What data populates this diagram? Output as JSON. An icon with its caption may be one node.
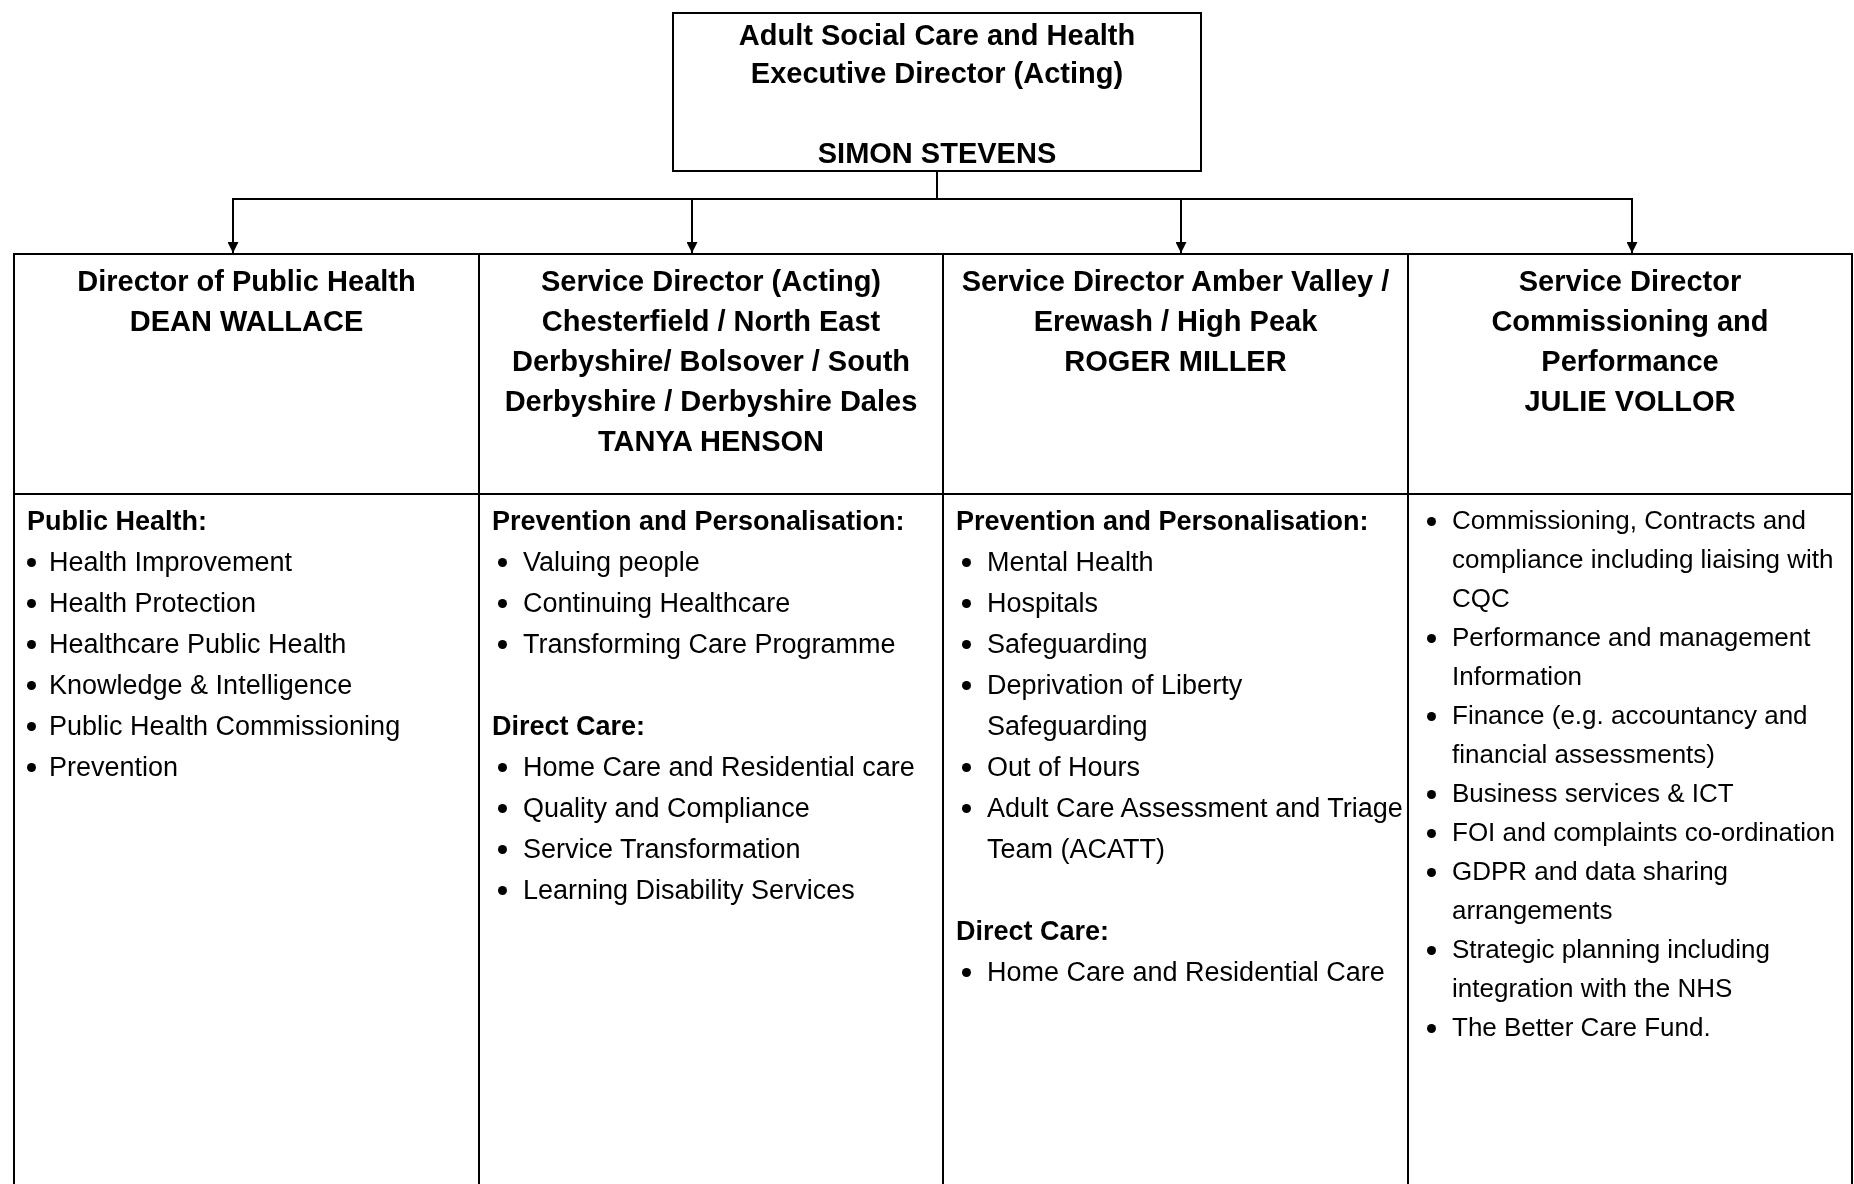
{
  "diagram": {
    "nodes": [
      {
        "text": [
          "Adult Social Care and Health Executive Director (Acting)",
          "SIMON STEVENS"
        ]
      },
      {
        "text": [
          "Director of Public Health",
          "DEAN WALLACE"
        ]
      },
      {
        "text": [
          "Service Director (Acting) Chesterfield / North East Derbyshire/ Bolsover / South Derbyshire / Derbyshire Dales",
          "TANYA HENSON"
        ]
      },
      {
        "text": [
          "Service Director Amber Valley / Erewash / High Peak",
          "ROGER MILLER"
        ]
      },
      {
        "text": [
          "Service Director Commissioning and Performance",
          "JULIE VOLLOR"
        ]
      },
      {
        "text": [
          "Public Health:",
          "Health Improvement",
          "Health Protection",
          "Healthcare Public Health",
          "Knowledge & Intelligence",
          "Public Health Commissioning",
          "Prevention"
        ]
      },
      {
        "text": [
          "Prevention and Personalisation:",
          "Valuing people",
          "Continuing Healthcare",
          "Transforming Care Programme",
          "Direct Care:",
          "Home Care and Residential care",
          "Quality and Compliance",
          "Service Transformation",
          "Learning Disability Services"
        ]
      },
      {
        "text": [
          "Prevention and Personalisation:",
          "Mental Health",
          "Hospitals",
          "Safeguarding",
          "Deprivation of Liberty Safeguarding",
          "Out of Hours",
          "Adult Care Assessment and Triage Team (ACATT)",
          "Direct Care:",
          "Home Care and Residential Care"
        ]
      },
      {
        "text": [
          "Commissioning, Contracts and compliance including liaising with CQC",
          "Performance and management Information",
          "Finance (e.g. accountancy and financial assessments)",
          "Business services & ICT",
          "FOI and complaints co-ordination",
          "GDPR and data sharing arrangements",
          "Strategic planning including integration with the NHS",
          "The Better Care Fund."
        ]
      }
    ],
    "edges": [
      {
        "from": 0,
        "to": 1,
        "arrow": "to"
      },
      {
        "from": 0,
        "to": 2,
        "arrow": "to"
      },
      {
        "from": 0,
        "to": 3,
        "arrow": "to"
      },
      {
        "from": 0,
        "to": 4,
        "arrow": "to"
      }
    ]
  }
}
